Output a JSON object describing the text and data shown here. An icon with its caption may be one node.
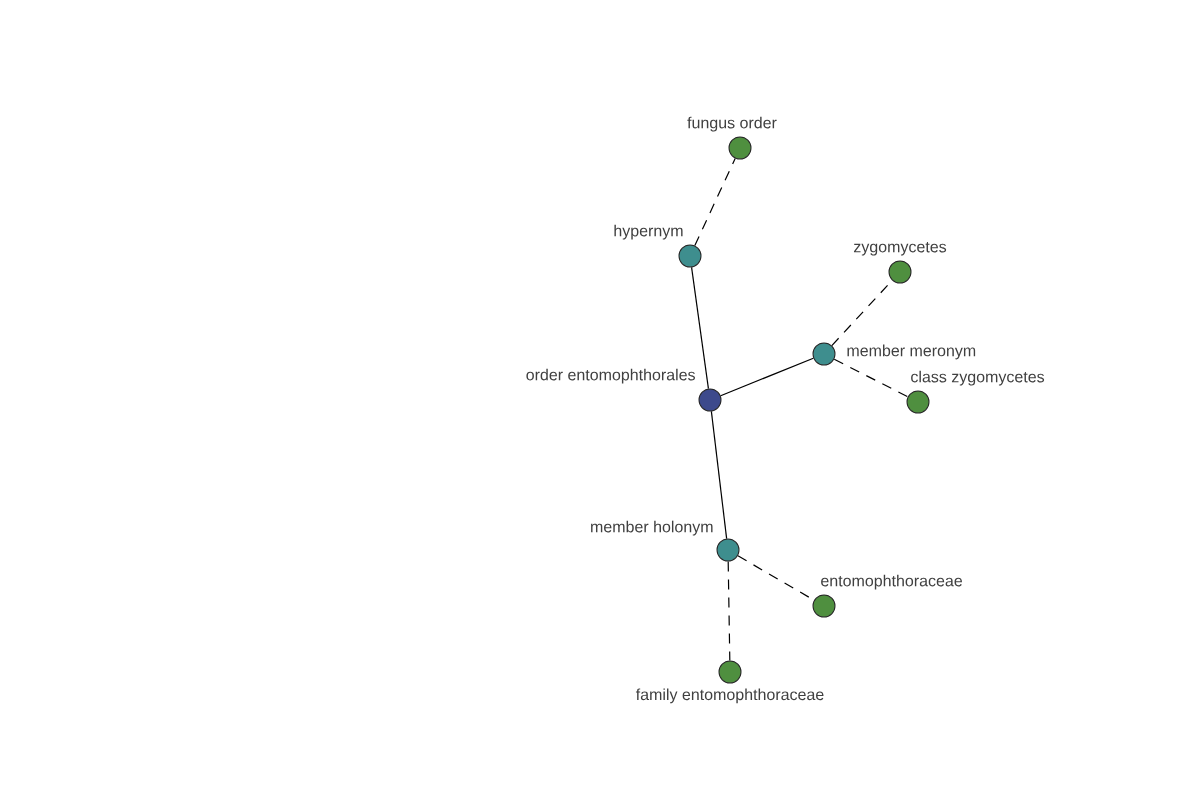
{
  "diagram": {
    "nodes": [
      {
        "text": [
          "order entomophthorales"
        ]
      },
      {
        "text": [
          "hypernym"
        ]
      },
      {
        "text": [
          "fungus order"
        ]
      },
      {
        "text": [
          "member meronym"
        ]
      },
      {
        "text": [
          "zygomycetes"
        ]
      },
      {
        "text": [
          "class zygomycetes"
        ]
      },
      {
        "text": [
          "member holonym"
        ]
      },
      {
        "text": [
          "entomophthoraceae"
        ]
      },
      {
        "text": [
          "family entomophthoraceae"
        ]
      }
    ],
    "edges": [
      {
        "from": 0,
        "to": 1,
        "arrow": "none"
      },
      {
        "from": 1,
        "to": 2,
        "arrow": "none",
        "style": "dashed"
      },
      {
        "from": 0,
        "to": 3,
        "arrow": "none"
      },
      {
        "from": 3,
        "to": 4,
        "arrow": "none",
        "style": "dashed"
      },
      {
        "from": 3,
        "to": 5,
        "arrow": "none",
        "style": "dashed"
      },
      {
        "from": 0,
        "to": 6,
        "arrow": "none"
      },
      {
        "from": 6,
        "to": 7,
        "arrow": "none",
        "style": "dashed"
      },
      {
        "from": 6,
        "to": 8,
        "arrow": "none",
        "style": "dashed"
      }
    ]
  }
}
